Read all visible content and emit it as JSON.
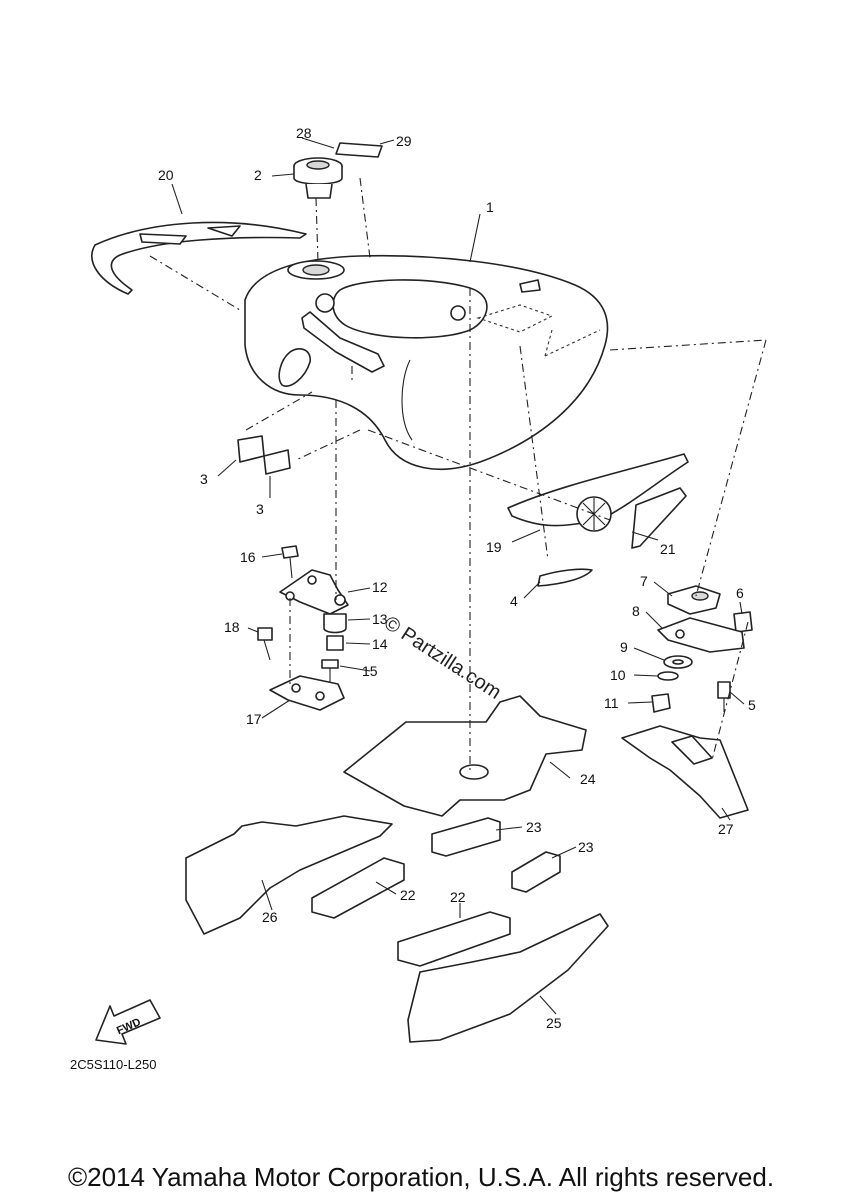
{
  "callouts": [
    {
      "id": "1",
      "text": "1"
    },
    {
      "id": "2",
      "text": "2"
    },
    {
      "id": "3a",
      "text": "3"
    },
    {
      "id": "3b",
      "text": "3"
    },
    {
      "id": "4",
      "text": "4"
    },
    {
      "id": "5",
      "text": "5"
    },
    {
      "id": "6",
      "text": "6"
    },
    {
      "id": "7",
      "text": "7"
    },
    {
      "id": "8",
      "text": "8"
    },
    {
      "id": "9",
      "text": "9"
    },
    {
      "id": "10",
      "text": "10"
    },
    {
      "id": "11",
      "text": "11"
    },
    {
      "id": "12",
      "text": "12"
    },
    {
      "id": "13",
      "text": "13"
    },
    {
      "id": "14",
      "text": "14"
    },
    {
      "id": "15",
      "text": "15"
    },
    {
      "id": "16",
      "text": "16"
    },
    {
      "id": "17",
      "text": "17"
    },
    {
      "id": "18",
      "text": "18"
    },
    {
      "id": "19",
      "text": "19"
    },
    {
      "id": "20",
      "text": "20"
    },
    {
      "id": "21",
      "text": "21"
    },
    {
      "id": "22a",
      "text": "22"
    },
    {
      "id": "22b",
      "text": "22"
    },
    {
      "id": "23a",
      "text": "23"
    },
    {
      "id": "23b",
      "text": "23"
    },
    {
      "id": "24",
      "text": "24"
    },
    {
      "id": "25",
      "text": "25"
    },
    {
      "id": "26",
      "text": "26"
    },
    {
      "id": "27",
      "text": "27"
    },
    {
      "id": "28",
      "text": "28"
    },
    {
      "id": "29",
      "text": "29"
    }
  ],
  "fwd_label": "FWD",
  "watermark": "© Partzilla.com",
  "drawing_code": "2C5S110-L250",
  "copyright": "©2014 Yamaha Motor Corporation, U.S.A. All rights reserved."
}
